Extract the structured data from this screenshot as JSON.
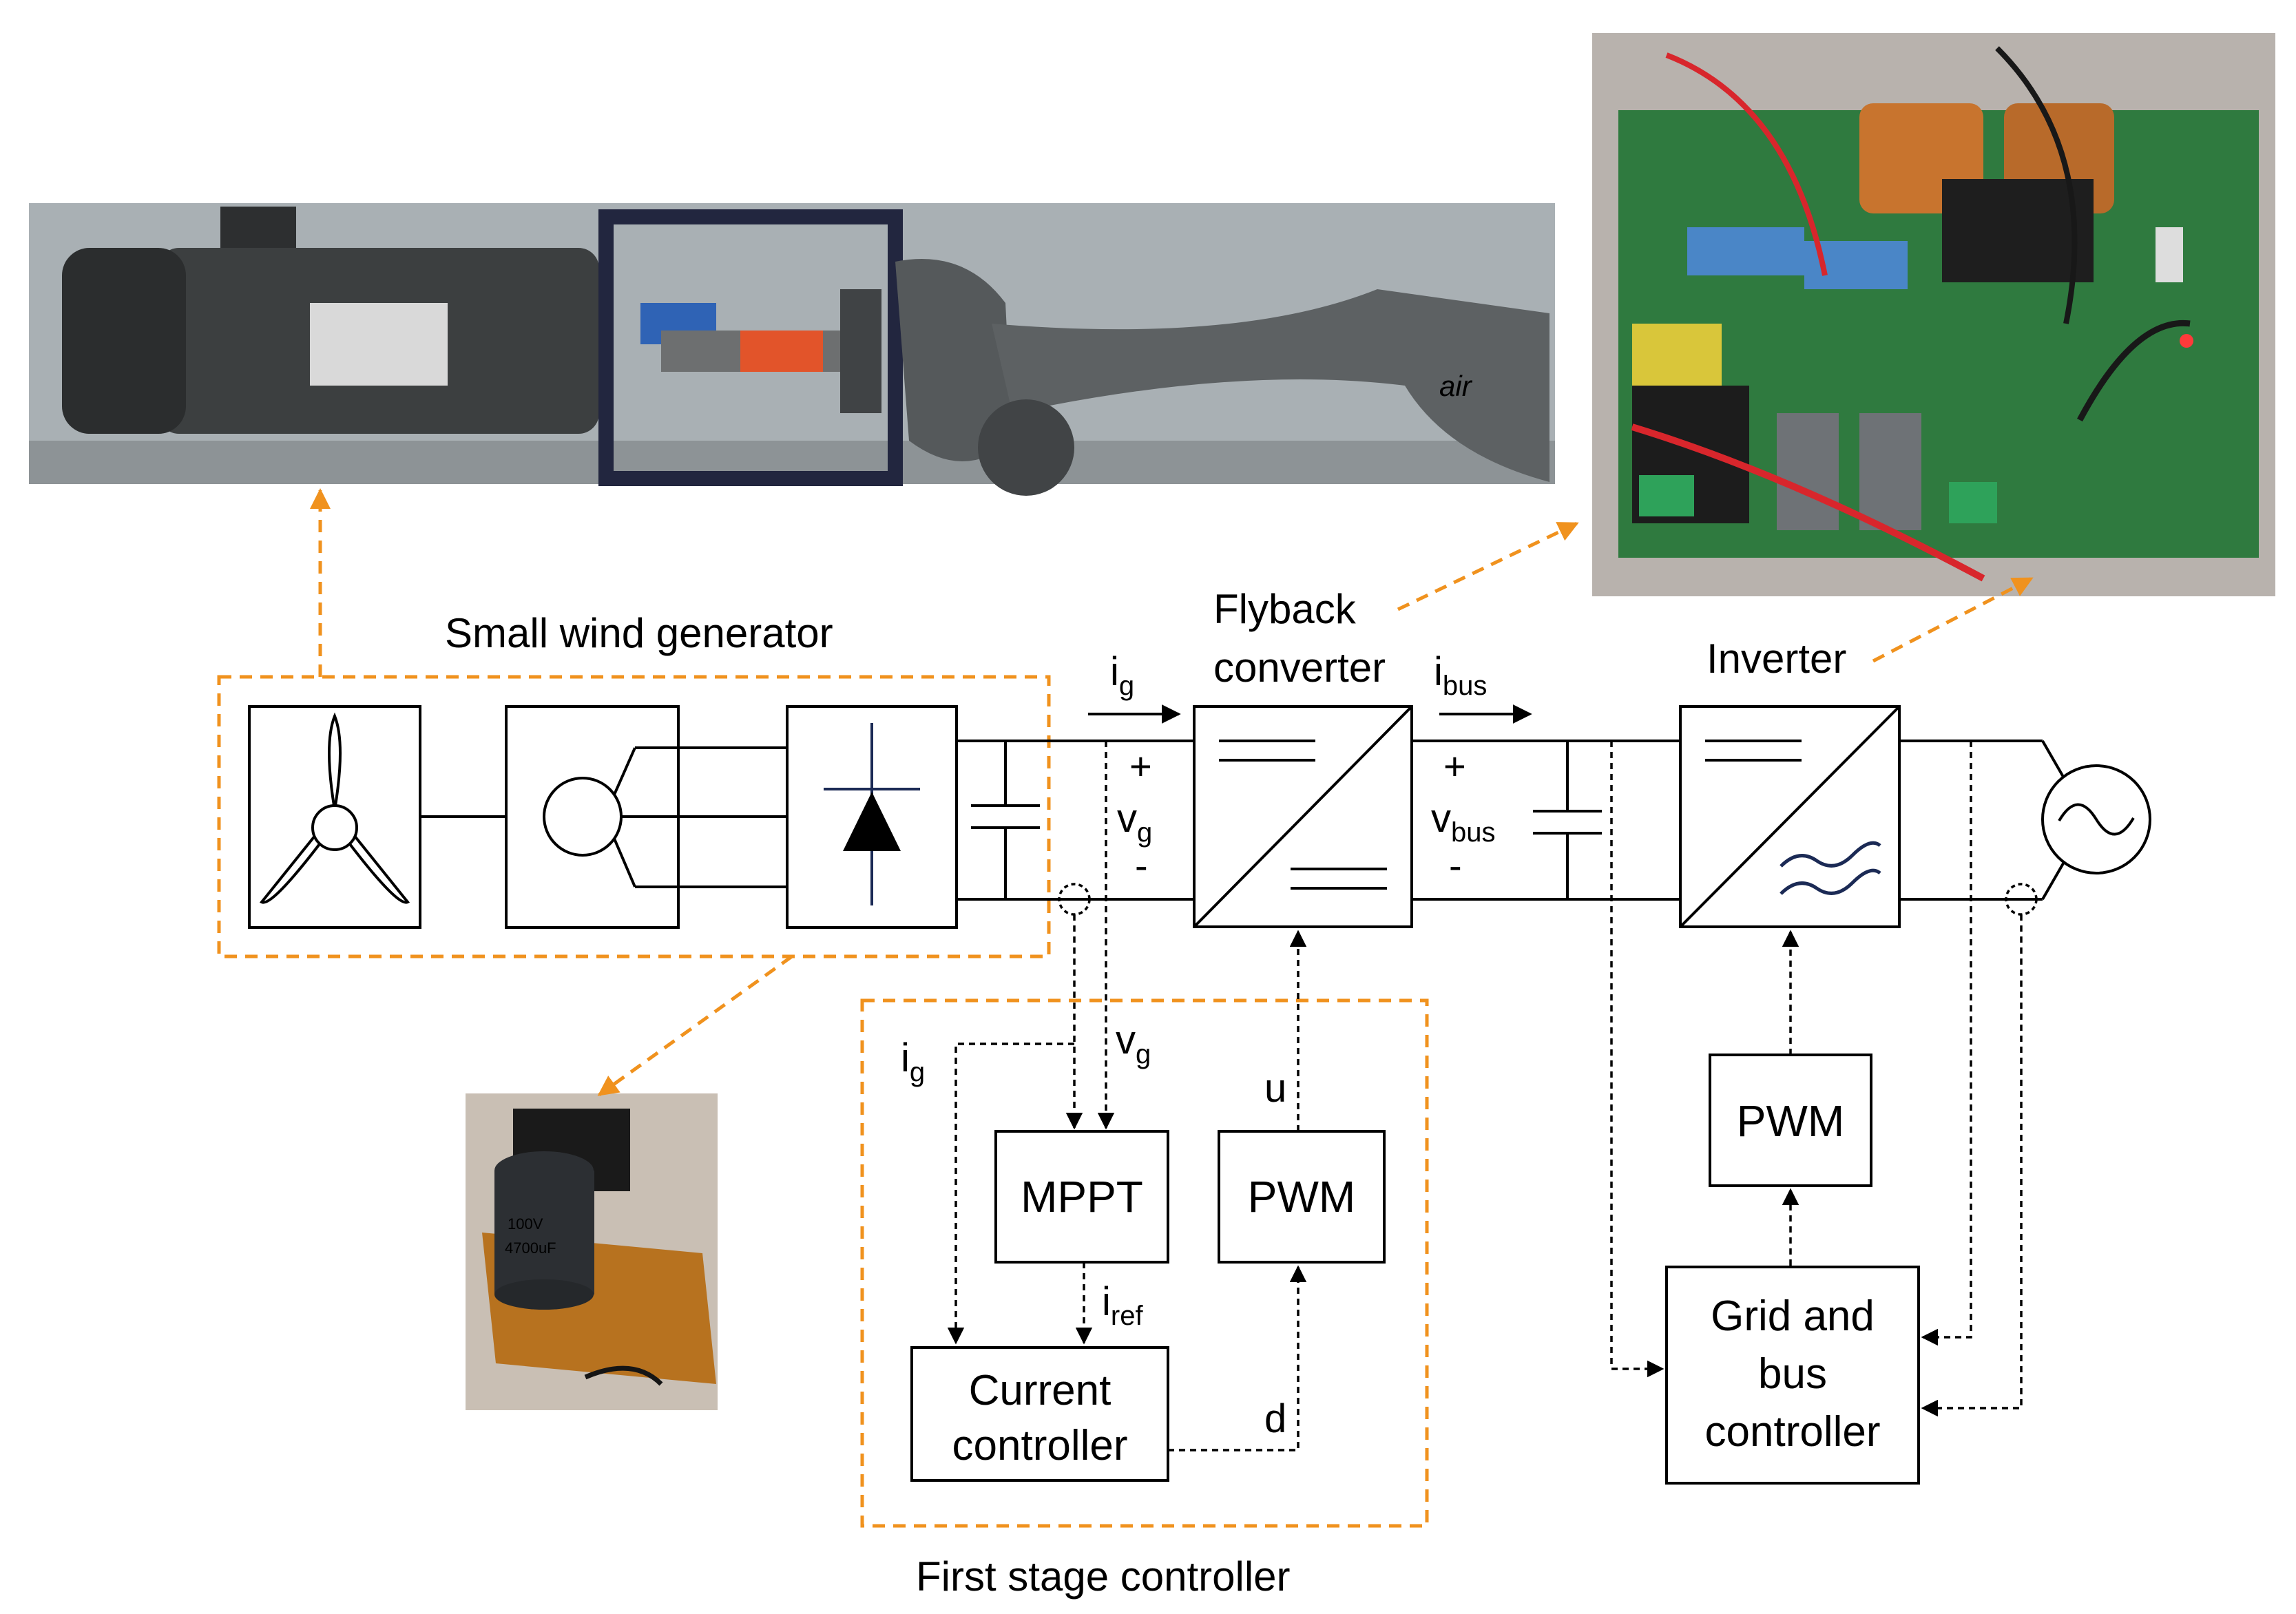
{
  "labels": {
    "small_wind_generator": "Small wind generator",
    "flyback_line1": "Flyback",
    "flyback_line2": "converter",
    "inverter": "Inverter",
    "first_stage_controller": "First stage controller",
    "mppt": "MPPT",
    "pwm_first": "PWM",
    "pwm_second": "PWM",
    "current_controller_line1": "Current",
    "current_controller_line2": "controller",
    "grid_bus_line1": "Grid and",
    "grid_bus_line2": "bus",
    "grid_bus_line3": "controller"
  },
  "signals": {
    "i": "i",
    "g": "g",
    "v": "v",
    "bus": "bus",
    "ref": "ref",
    "u": "u",
    "d": "d",
    "plus": "+",
    "minus": "-"
  },
  "photo_labels": {
    "capacitor_text": "4700uF",
    "capacitor_voltage": "100V",
    "turbine_brand": "air"
  },
  "colors": {
    "dashed_frame": "#f0921e",
    "signal_line": "#000000",
    "photo_background": "#9aa2a7",
    "pcb_green": "#2f7a3f"
  },
  "icons": {
    "turbine": "wind-turbine-icon",
    "generator": "generator-icon",
    "rectifier": "diode-rectifier-icon",
    "capacitor": "capacitor-icon",
    "converter": "dc-dc-converter-icon",
    "inverter": "dc-ac-inverter-icon",
    "grid": "ac-grid-source-icon"
  }
}
